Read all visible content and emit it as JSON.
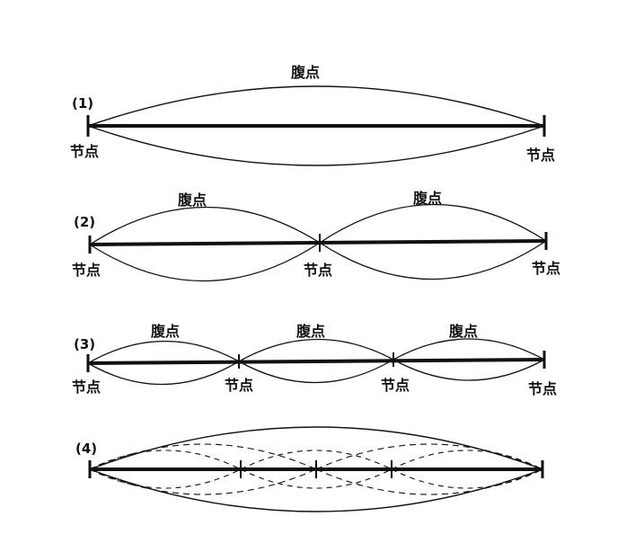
{
  "diagrams": [
    {
      "number": "(1)",
      "antinode_labels": [
        "腹点"
      ],
      "node_labels": [
        "节点",
        "节点"
      ]
    },
    {
      "number": "(2)",
      "antinode_labels": [
        "腹点",
        "腹点"
      ],
      "node_labels": [
        "节点",
        "节点",
        "节点"
      ]
    },
    {
      "number": "(3)",
      "antinode_labels": [
        "腹点",
        "腹点",
        "腹点"
      ],
      "node_labels": [
        "节点",
        "节点",
        "节点",
        "节点"
      ]
    },
    {
      "number": "(4)",
      "antinode_labels": [],
      "node_labels": []
    }
  ]
}
